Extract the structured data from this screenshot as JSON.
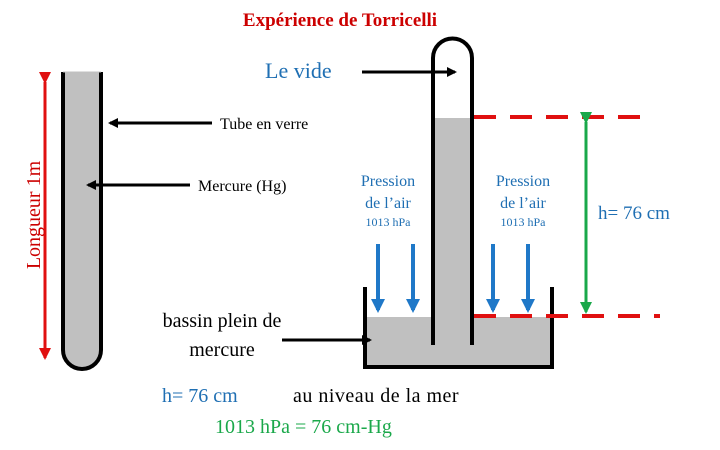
{
  "title": "Expérience de Torricelli",
  "labels": {
    "vacuum": "Le vide",
    "glass_tube": "Tube en verre",
    "mercury": "Mercure  (Hg)",
    "length": "Longueur  1m",
    "pressure_left_line1": "Pression",
    "pressure_left_line2": "de l’air",
    "pressure_left_value": "1013 hPa",
    "pressure_right_line1": "Pression",
    "pressure_right_line2": "de l’air",
    "pressure_right_value": "1013 hPa",
    "basin_line1": "bassin plein de",
    "basin_line2": "mercure",
    "height_right": "h= 76 cm",
    "height_bottom": "h= 76 cm",
    "sea_level": "au niveau de la mer",
    "equivalence": "1013 hPa =  76 cm-Hg"
  },
  "colors": {
    "title": "#cc0000",
    "blue_text": "#1f6fb3",
    "green": "#1aa84a",
    "red": "#e01010",
    "mercury_fill": "#c0c0c0",
    "outline": "#000000",
    "arrow_blue": "#1f78c8"
  }
}
